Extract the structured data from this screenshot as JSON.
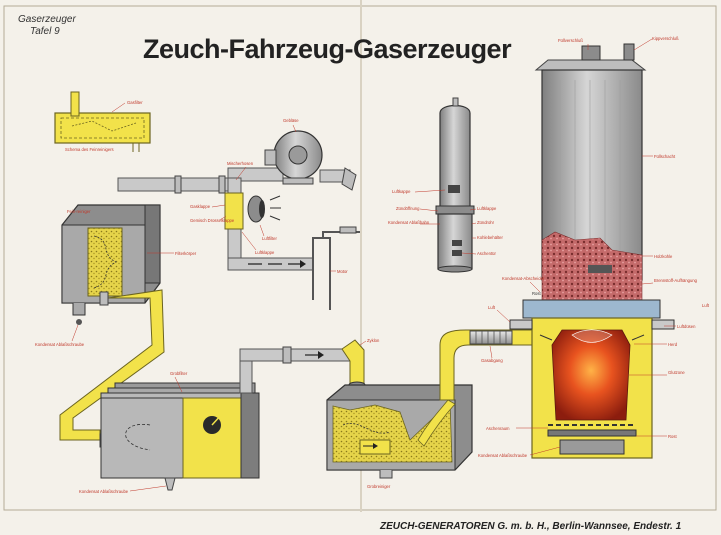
{
  "header": {
    "plate_title": "Gaserzeuger",
    "plate_number": "Tafel 9",
    "title": "Zeuch-Fahrzeug-Gaserzeuger"
  },
  "footer": {
    "company": "ZEUCH-GENERATOREN G. m. b. H., Berlin-Wannsee, Endestr. 1"
  },
  "labels": {
    "gasfilter": "Gasfilter",
    "schema": "Schema des Feinreinigers",
    "geblaese": "Gebläse",
    "mischer": "Mischerhosen",
    "gasklappe": "Gasklappe",
    "gemisch": "Gemisch Drosselklappe",
    "luftfilter": "Luftfilter",
    "luftklappe_m": "Luftklappe",
    "motor": "Motor",
    "feinreiniger": "Fein-reiniger",
    "filterbox": "Filterkörper",
    "kondensat1": "Kondensat Ablaßschraube",
    "grobfilter": "Grobfilter",
    "kondensat2": "Kondensat Ablaßschraube",
    "zyklon": "Zyklon",
    "grobreiniger": "Grobreiniger",
    "fuellschacht": "Füllschacht",
    "luftkappe": "Luftkappe",
    "zuendoeffnung": "Zündöffnung",
    "kondensat_abl": "Kondensat Ablaßhahn",
    "luftklappe": "Luftklappe",
    "zuendrohr": "Zündrohr",
    "kohlebehaelter": "Kohlebehälter",
    "aschentuer": "Aschentür",
    "fuellverschluss": "Füllverschluß",
    "kippverschluss": "Kippverschluß",
    "fuellmulde": "Füllschacht",
    "kohlesaeule": "Holzkohle",
    "kondensat_sammel": "Kondensat-Abscheider",
    "rostkammer": "Rost",
    "luft1": "Luft",
    "luft2": "Luft",
    "luftdose": "Luftdüsen",
    "glutzone": "Glutzone",
    "brennstoff": "Brennstoff-Aufhängung",
    "ausgangsrohr": "Gasabgang",
    "herd": "Herd",
    "rost": "Rost",
    "aschenraum": "Aschenraum",
    "kondensat_boden": "Kondensat Ablaßschraube"
  }
}
